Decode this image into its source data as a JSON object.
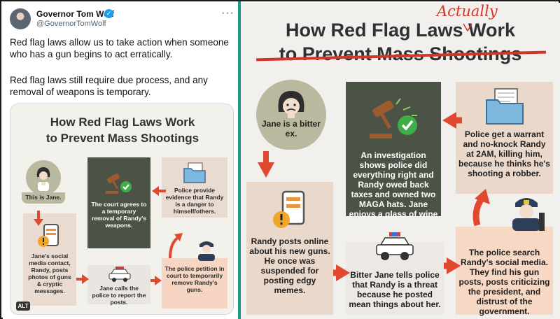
{
  "tweet": {
    "author_name": "Governor Tom Wolf",
    "author_handle": "@GovernorTomWolf",
    "paragraph_1": "Red flag laws allow us to take action when someone who has a gun begins to act erratically.",
    "paragraph_2": "Red flag laws still require due process, and any removal of weapons is temporary.",
    "verified_icon": "✓",
    "more_icon": "···",
    "alt_badge": "ALT",
    "media": {
      "title_line_1": "How Red Flag Laws Work",
      "title_line_2": "to Prevent Mass Shootings",
      "jane_label": "This is Jane.",
      "social_text": "Jane's social media contact, Randy, posts photos of guns & cryptic messages.",
      "court_text": "The court agrees to a temporary removal of Randy's weapons.",
      "police_evidence_text": "Police provide evidence that Randy is a danger to himself/others.",
      "jane_calls_text": "Jane calls the police to report the posts.",
      "petition_text": "The police petition in court to temporarily remove Randy's guns."
    }
  },
  "infographic": {
    "title": "How Red Flag Laws Work",
    "insert_word": "Actually",
    "struck_subtitle": "to Prevent Mass Shootings",
    "jane_label": "Jane is a bitter ex.",
    "randy_posts_text": "Randy posts online about his new guns. He once was suspended for posting edgy memes.",
    "investigation_text": "An investigation shows police did everything right and Randy owed back taxes and owned two MAGA hats. Jane enjoys a glass of wine",
    "warrant_text": "Police get a warrant and no-knock Randy at 2AM, killing him, because he thinks he's shooting a robber.",
    "bitter_jane_text": "Bitter Jane tells police that Randy is a threat because he posted mean things about her.",
    "police_search_text": "The police search Randy's social media. They find his gun posts, posts criticizing the president, and distrust of the government."
  },
  "colors": {
    "divider": "#1b9b84",
    "accent_red": "#d1362b",
    "verified_blue": "#1d9bf0",
    "dark_box": "#4b5346"
  }
}
